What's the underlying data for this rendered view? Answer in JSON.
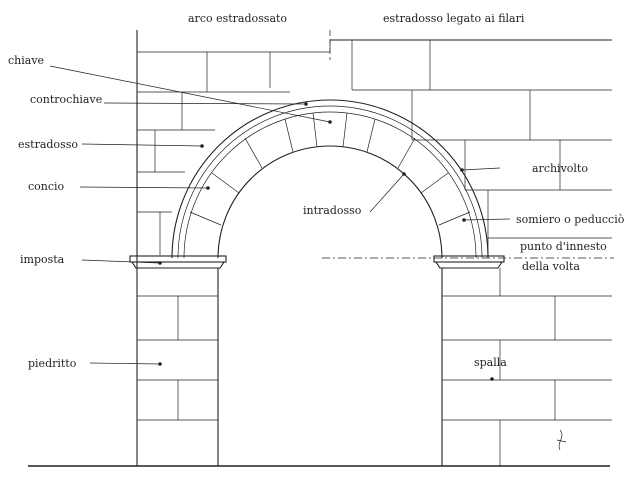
{
  "diagram": {
    "headings": {
      "left": "arco estradossato",
      "right": "estradosso legato ai filari"
    },
    "labels": {
      "chiave": "chiave",
      "controchiave": "controchiave",
      "estradosso": "estradosso",
      "concio": "concio",
      "imposta": "imposta",
      "piedritto": "piedritto",
      "intradosso": "intradosso",
      "archivolto": "archivolto",
      "somiero": "somiero o peducciò",
      "punto_line1": "punto d'innesto",
      "punto_line2": "della volta",
      "spalla": "spalla"
    }
  }
}
